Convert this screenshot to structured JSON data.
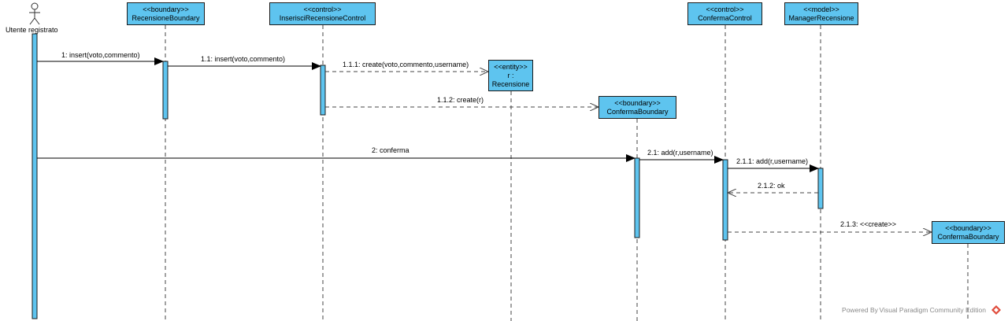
{
  "actor": {
    "name": "Utente registrato"
  },
  "lifelines": {
    "recensione_boundary": {
      "stereotype": "<<boundary>>",
      "name": "RecensioneBoundary"
    },
    "inserisci_control": {
      "stereotype": "<<control>>",
      "name": "InserisciRecensioneControl"
    },
    "recensione_entity": {
      "stereotype": "<<entity>>",
      "instance": "r :",
      "name": "Recensione"
    },
    "conferma_boundary_1": {
      "stereotype": "<<boundary>>",
      "name": "ConfermaBoundary"
    },
    "conferma_control": {
      "stereotype": "<<control>>",
      "name": "ConfermaControl"
    },
    "manager_recensione": {
      "stereotype": "<<model>>",
      "name": "ManagerRecensione"
    },
    "conferma_boundary_2": {
      "stereotype": "<<boundary>>",
      "name": "ConfermaBoundary"
    }
  },
  "messages": {
    "m1": "1: insert(voto,commento)",
    "m1_1": "1.1: insert(voto,commento)",
    "m1_1_1": "1.1.1: create(voto,commento,username)",
    "m1_1_2": "1.1.2: create(r)",
    "m2": "2: conferma",
    "m2_1": "2.1: add(r,username)",
    "m2_1_1": "2.1.1: add(r,username)",
    "m2_1_2": "2.1.2: ok",
    "m2_1_3": "2.1.3: <<create>>"
  },
  "footer": {
    "text": "Powered By Visual Paradigm Community Edition"
  },
  "colors": {
    "lifeline_fill": "#5ec4ef",
    "line": "#1b1b1b",
    "dashed": "#444444"
  }
}
